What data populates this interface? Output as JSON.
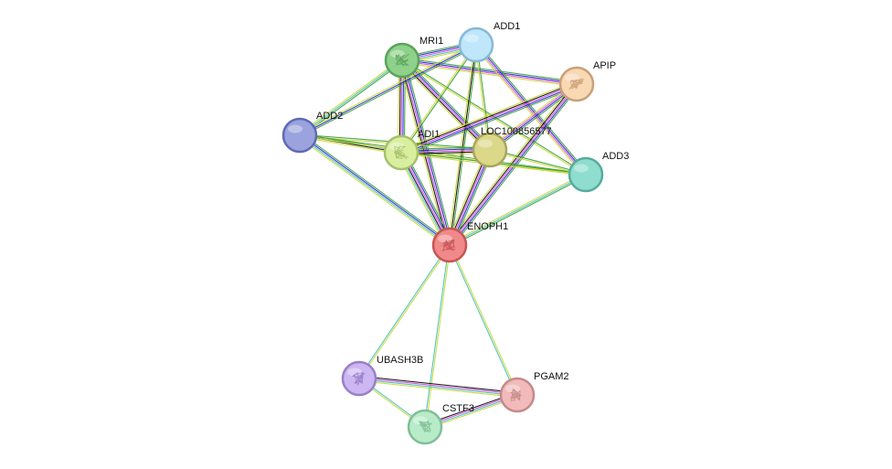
{
  "network": {
    "nodes": [
      {
        "id": "MRI1",
        "label": "MRI1",
        "color": "#8fd18a",
        "stroke": "#5aa35a",
        "structure": true
      },
      {
        "id": "ADD1",
        "label": "ADD1",
        "color": "#bfe6fb",
        "stroke": "#86b9d6",
        "structure": false
      },
      {
        "id": "APIP",
        "label": "APIP",
        "color": "#f9d8b4",
        "stroke": "#c9a07a",
        "structure": true
      },
      {
        "id": "ADD2",
        "label": "ADD2",
        "color": "#9aa3dd",
        "stroke": "#5f6ab3",
        "structure": false
      },
      {
        "id": "ADI1",
        "label": "ADI1",
        "color": "#d9ef9f",
        "stroke": "#a6c06b",
        "structure": true
      },
      {
        "id": "LOC100856577",
        "label": "LOC100856577",
        "color": "#dcd88a",
        "stroke": "#aaa55c",
        "structure": false
      },
      {
        "id": "ADD3",
        "label": "ADD3",
        "color": "#8fddcf",
        "stroke": "#57ab9d",
        "structure": false
      },
      {
        "id": "ENOPH1",
        "label": "ENOPH1",
        "color": "#f08a8a",
        "stroke": "#c75454",
        "structure": true
      },
      {
        "id": "UBASH3B",
        "label": "UBASH3B",
        "color": "#cdb7f2",
        "stroke": "#9a7fc6",
        "structure": true
      },
      {
        "id": "PGAM2",
        "label": "PGAM2",
        "color": "#f2baba",
        "stroke": "#c48a8a",
        "structure": true
      },
      {
        "id": "CSTF3",
        "label": "CSTF3",
        "color": "#b8ecc8",
        "stroke": "#80bf97",
        "structure": true
      }
    ],
    "edges": [
      {
        "a": "MRI1",
        "b": "ADD1",
        "colors": [
          "#3a9c3a",
          "#1f1fd6",
          "#d946d9",
          "#44c0c0",
          "#c8d830"
        ]
      },
      {
        "a": "MRI1",
        "b": "APIP",
        "colors": [
          "#3a9c3a",
          "#1f1fd6",
          "#d946d9",
          "#c8d830"
        ]
      },
      {
        "a": "MRI1",
        "b": "ADD2",
        "colors": [
          "#3a9c3a",
          "#44c0c0",
          "#c8d830"
        ]
      },
      {
        "a": "MRI1",
        "b": "ADI1",
        "colors": [
          "#3a9c3a",
          "#1f1fd6",
          "#d946d9",
          "#000000",
          "#c8d830"
        ]
      },
      {
        "a": "MRI1",
        "b": "LOC100856577",
        "colors": [
          "#3a9c3a",
          "#1f1fd6",
          "#d946d9",
          "#000000",
          "#c8d830"
        ]
      },
      {
        "a": "MRI1",
        "b": "ADD3",
        "colors": [
          "#3a9c3a",
          "#c8d830"
        ]
      },
      {
        "a": "MRI1",
        "b": "ENOPH1",
        "colors": [
          "#3a9c3a",
          "#1f1fd6",
          "#d946d9",
          "#000000",
          "#c8d830"
        ]
      },
      {
        "a": "ADD1",
        "b": "ADD2",
        "colors": [
          "#3a9c3a",
          "#1f1fd6",
          "#c8d830"
        ]
      },
      {
        "a": "ADD1",
        "b": "ADD3",
        "colors": [
          "#3a9c3a",
          "#1f1fd6",
          "#d946d9",
          "#c8d830"
        ]
      },
      {
        "a": "ADD1",
        "b": "ADI1",
        "colors": [
          "#3a9c3a",
          "#c8d830"
        ]
      },
      {
        "a": "ADD1",
        "b": "LOC100856577",
        "colors": [
          "#3a9c3a",
          "#c8d830"
        ]
      },
      {
        "a": "ADD1",
        "b": "ENOPH1",
        "colors": [
          "#3a9c3a",
          "#000000",
          "#c8d830"
        ]
      },
      {
        "a": "APIP",
        "b": "ADI1",
        "colors": [
          "#3a9c3a",
          "#1f1fd6",
          "#d946d9",
          "#000000",
          "#c8d830"
        ]
      },
      {
        "a": "APIP",
        "b": "LOC100856577",
        "colors": [
          "#3a9c3a",
          "#1f1fd6",
          "#d946d9",
          "#c8d830"
        ]
      },
      {
        "a": "APIP",
        "b": "ENOPH1",
        "colors": [
          "#3a9c3a",
          "#1f1fd6",
          "#d946d9",
          "#000000",
          "#c8d830"
        ]
      },
      {
        "a": "ADD2",
        "b": "ADI1",
        "colors": [
          "#3a9c3a",
          "#000000",
          "#c8d830"
        ]
      },
      {
        "a": "ADD2",
        "b": "LOC100856577",
        "colors": [
          "#3a9c3a",
          "#c8d830"
        ]
      },
      {
        "a": "ADD2",
        "b": "ENOPH1",
        "colors": [
          "#3a9c3a",
          "#1f1fd6",
          "#44c0c0",
          "#c8d830"
        ]
      },
      {
        "a": "ADD2",
        "b": "ADD3",
        "colors": [
          "#3a9c3a",
          "#c8d830"
        ]
      },
      {
        "a": "ADI1",
        "b": "LOC100856577",
        "colors": [
          "#3a9c3a",
          "#1f1fd6",
          "#d946d9",
          "#000000",
          "#c8d830"
        ]
      },
      {
        "a": "ADI1",
        "b": "ADD3",
        "colors": [
          "#3a9c3a",
          "#c8d830"
        ]
      },
      {
        "a": "ADI1",
        "b": "ENOPH1",
        "colors": [
          "#3a9c3a",
          "#1f1fd6",
          "#d946d9",
          "#000000",
          "#44c0c0",
          "#c8d830"
        ]
      },
      {
        "a": "LOC100856577",
        "b": "ADD3",
        "colors": [
          "#3a9c3a",
          "#c8d830"
        ]
      },
      {
        "a": "LOC100856577",
        "b": "ENOPH1",
        "colors": [
          "#3a9c3a",
          "#1f1fd6",
          "#d946d9",
          "#000000",
          "#c8d830"
        ]
      },
      {
        "a": "ADD3",
        "b": "ENOPH1",
        "colors": [
          "#3a9c3a",
          "#44c0c0",
          "#c8d830"
        ]
      },
      {
        "a": "ENOPH1",
        "b": "UBASH3B",
        "colors": [
          "#c8d830",
          "#44c0c0"
        ]
      },
      {
        "a": "ENOPH1",
        "b": "CSTF3",
        "colors": [
          "#c8d830",
          "#44c0c0"
        ]
      },
      {
        "a": "ENOPH1",
        "b": "PGAM2",
        "colors": [
          "#c8d830",
          "#44c0c0"
        ]
      },
      {
        "a": "UBASH3B",
        "b": "PGAM2",
        "colors": [
          "#000000",
          "#d946d9",
          "#44c0c0",
          "#c8d830"
        ]
      },
      {
        "a": "UBASH3B",
        "b": "CSTF3",
        "colors": [
          "#44c0c0",
          "#c8d830"
        ]
      },
      {
        "a": "CSTF3",
        "b": "PGAM2",
        "colors": [
          "#000000",
          "#d946d9",
          "#44c0c0",
          "#c8d830"
        ]
      }
    ]
  }
}
